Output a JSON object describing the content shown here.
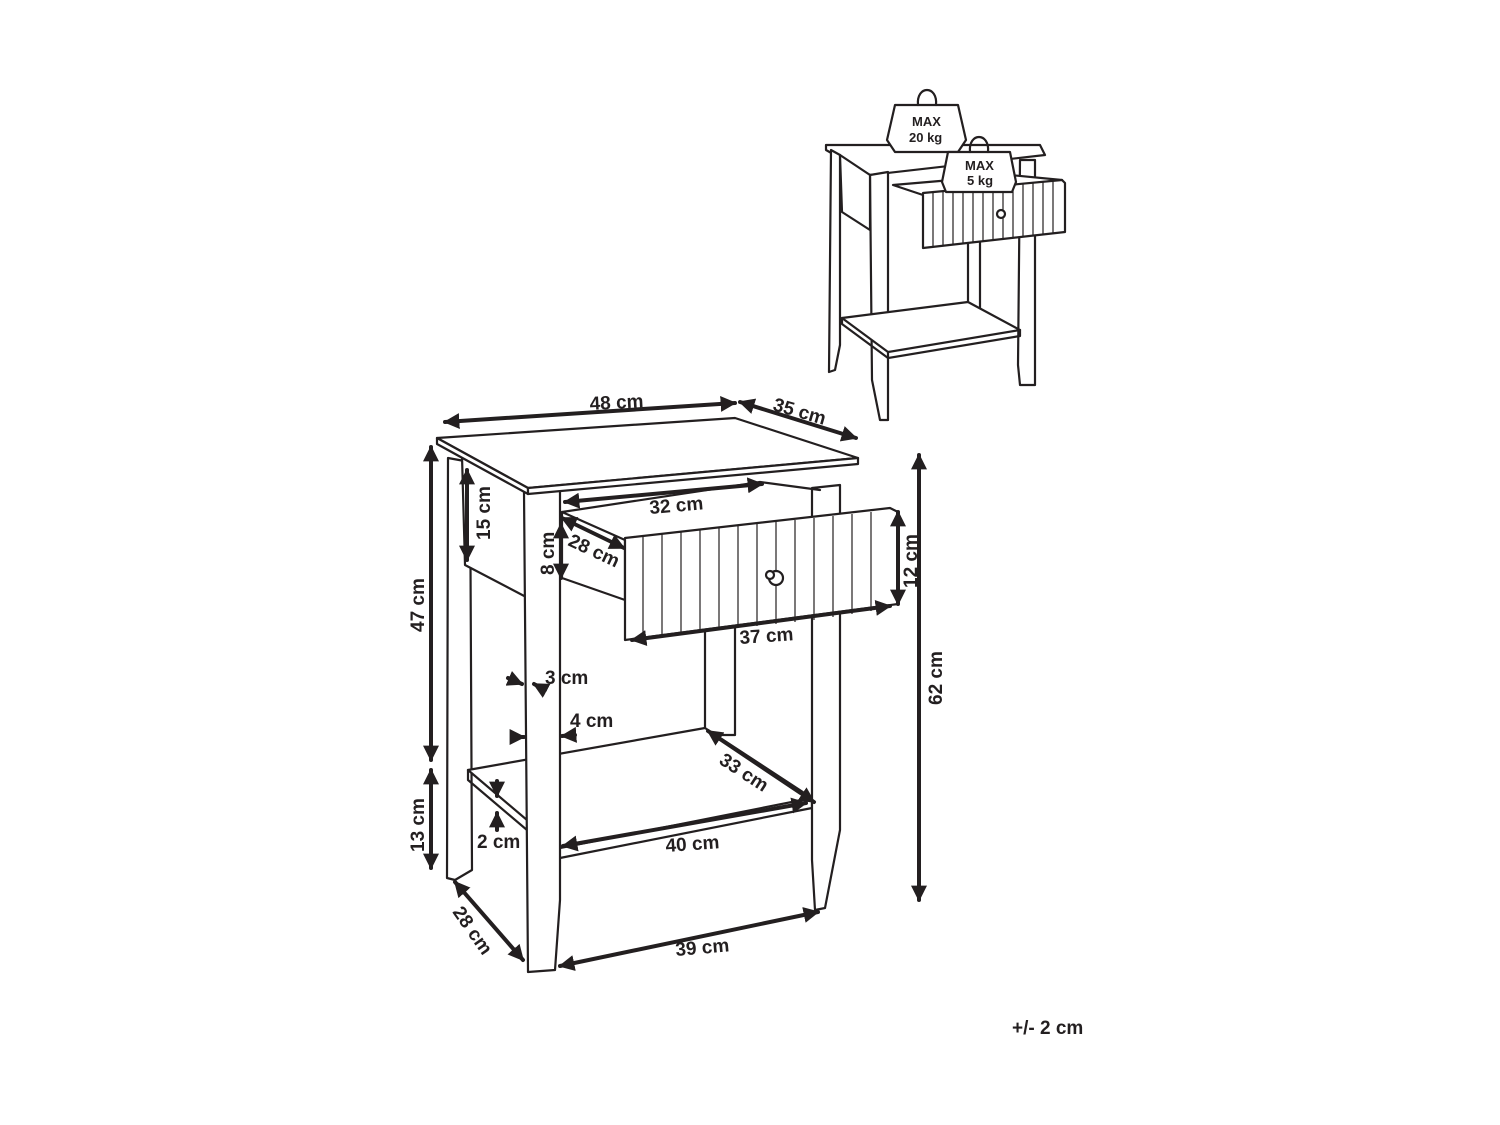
{
  "dimensions": {
    "width_top": "48 cm",
    "depth_top": "35 cm",
    "drawer_inner_width": "32 cm",
    "apron_height": "15 cm",
    "drawer_depth": "28 cm",
    "drawer_inner_height": "8 cm",
    "drawer_front_height": "12 cm",
    "drawer_front_width": "37 cm",
    "upper_height": "47 cm",
    "total_height": "62 cm",
    "leg_thickness": "3 cm",
    "leg_width": "4 cm",
    "shelf_depth": "33 cm",
    "shelf_width": "40 cm",
    "lower_height": "13 cm",
    "shelf_thickness": "2 cm",
    "base_depth": "28 cm",
    "base_width": "39 cm"
  },
  "weights": {
    "top_max_label": "MAX",
    "top_max_value": "20 kg",
    "drawer_max_label": "MAX",
    "drawer_max_value": "5 kg"
  },
  "tolerance": "+/- 2 cm"
}
